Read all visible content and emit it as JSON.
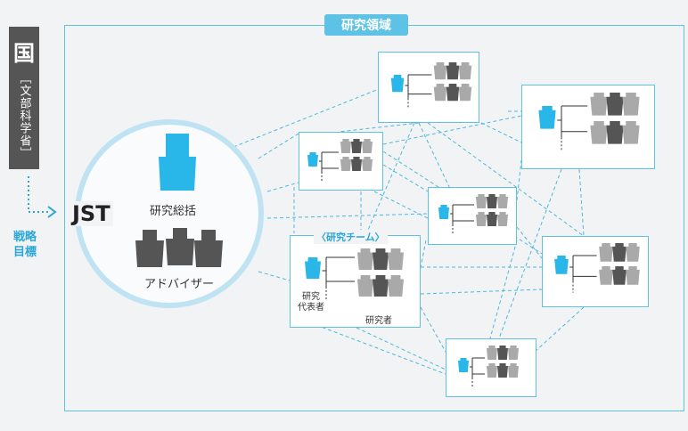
{
  "header": {
    "domain_label": "研究領域"
  },
  "left": {
    "country_main": "国",
    "country_sub": "［文部科学省］",
    "strategy_label": "戦略\n目標"
  },
  "center": {
    "org": "JST",
    "supervisor": "研究総括",
    "advisors": "アドバイザー"
  },
  "team_detail": {
    "title": "〈研究チーム〉",
    "leader": "研究\n代表者",
    "researchers": "研究者"
  },
  "colors": {
    "accent": "#5ec2e6",
    "accent_dark": "#2aa6d9",
    "person_dark": "#555555",
    "person_gray": "#a9a9a9",
    "background": "#f1f3f4"
  }
}
